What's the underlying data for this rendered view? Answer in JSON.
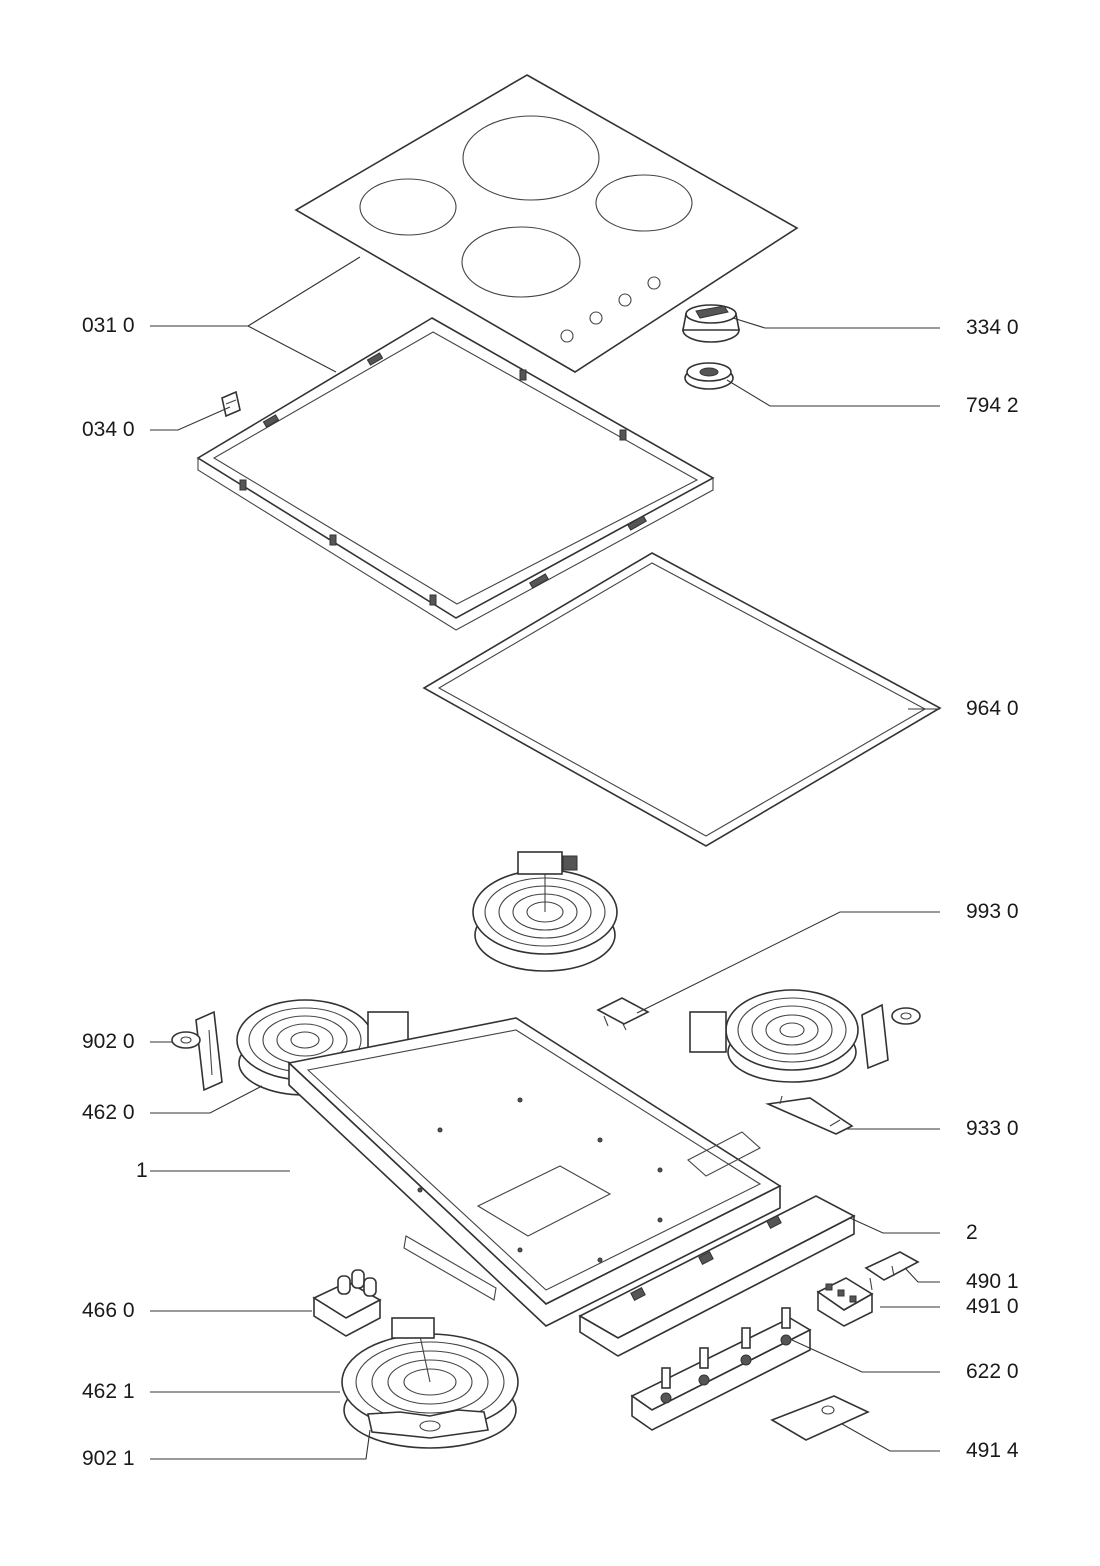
{
  "part_labels": {
    "glass_top": "031 0",
    "frame_clip": "034 0",
    "knob": "334 0",
    "knob_ring": "794 2",
    "seal_gasket": "964 0",
    "temp_limiter": "993 0",
    "bracket_left": "902 0",
    "heater_left": "462 0",
    "sensor_bracket": "933 0",
    "base_tray": "1",
    "control_housing": "2",
    "terminal_block": "490 1",
    "connector_block": "491 0",
    "terminal_466": "466 0",
    "heater_front": "462 1",
    "energy_regulators": "622 0",
    "bracket_bottom": "902 1",
    "cover_plate": "491 4"
  }
}
